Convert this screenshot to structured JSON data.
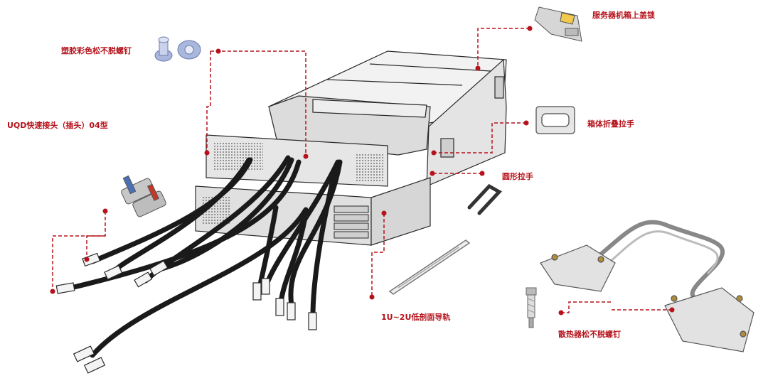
{
  "labels": {
    "lid_lock": "服务器机箱上盖锁",
    "color_captive_screw": "塑胶彩色松不脱螺钉",
    "uqd_connector": "UQD快速接头（插头）04型",
    "folding_handle": "箱体折叠拉手",
    "round_handle": "圆形拉手",
    "low_profile_rail": "1U~2U低剖面导轨",
    "heatsink_screw": "散热器松不脱螺钉"
  },
  "colors": {
    "callout": "#b5121b",
    "drawing_line": "#2a2a2a",
    "hose": "#1a1a1a",
    "part_fill": "#e9e9e9",
    "screw_blue": "#a9b7dd"
  }
}
